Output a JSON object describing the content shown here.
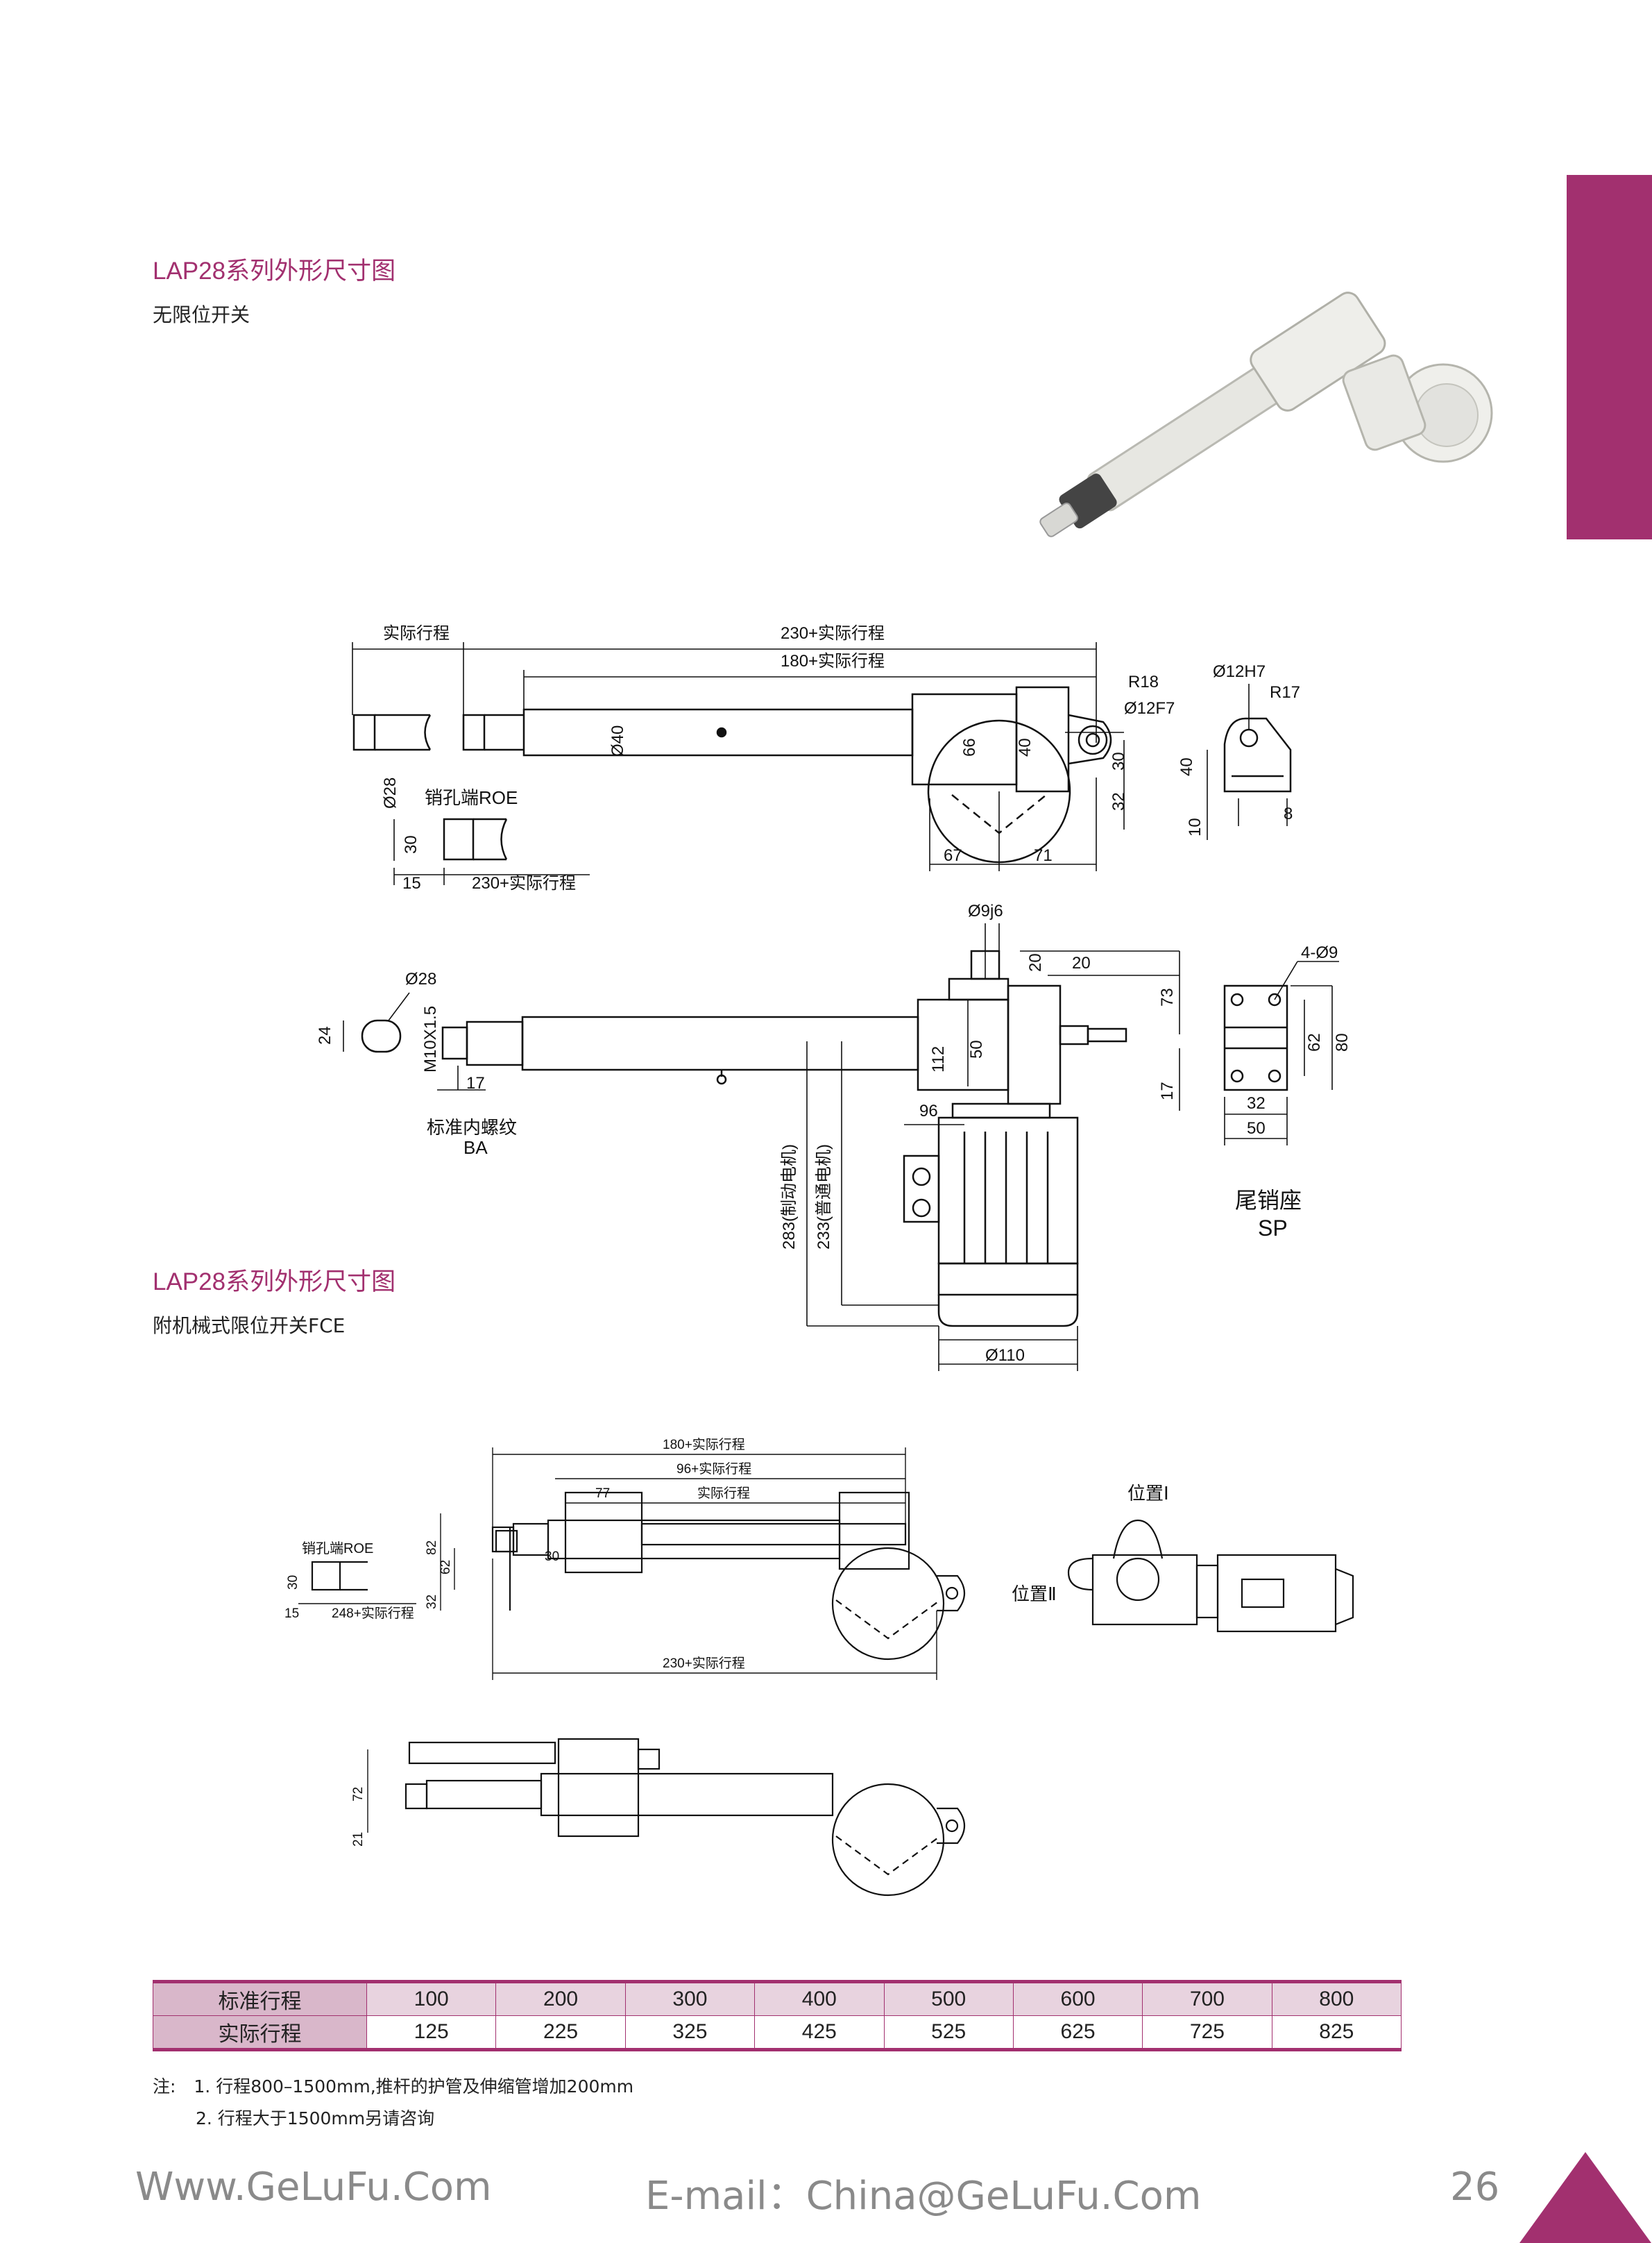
{
  "section1": {
    "title": "LAP28系列外形尺寸图",
    "subtitle": "无限位开关"
  },
  "section2": {
    "title": "LAP28系列外形尺寸图",
    "subtitle": "附机械式限位开关FCE"
  },
  "drawing1": {
    "stroke_dim": "实际行程",
    "dim_230": "230+实际行程",
    "dim_180": "180+实际行程",
    "r18": "R18",
    "d12f7": "Ø12F7",
    "d12h7": "Ø12H7",
    "r17": "R17",
    "d40": "Ø40",
    "d28": "Ø28",
    "v66": "66",
    "v40": "40",
    "v30": "30",
    "v32": "32",
    "v67": "67",
    "v71": "71",
    "bracket_40": "40",
    "bracket_10": "10",
    "bracket_8": "8",
    "roe": "销孔端ROE",
    "roe_30": "30",
    "roe_15": "15",
    "roe_230": "230+实际行程"
  },
  "drawing2": {
    "d9j6": "Ø9j6",
    "v20a": "20",
    "v20b": "20",
    "v73": "73",
    "v17a": "17",
    "d28": "Ø28",
    "v24": "24",
    "m10": "M10X1.5",
    "v17b": "17",
    "v112": "112",
    "v50": "50",
    "v96": "96",
    "v283": "283(制动电机)",
    "v233": "233(普通电机)",
    "d110": "Ø110",
    "ba_line1": "标准内螺纹",
    "ba_line2": "BA",
    "sp_holes": "4-Ø9",
    "sp_62": "62",
    "sp_80": "80",
    "sp_32": "32",
    "sp_50": "50",
    "sp_line1": "尾销座",
    "sp_line2": "SP"
  },
  "drawing3": {
    "dim_180": "180+实际行程",
    "dim_96": "96+实际行程",
    "dim_77": "77",
    "dim_stroke": "实际行程",
    "dim_82": "82",
    "dim_62": "62",
    "dim_30a": "30",
    "dim_32": "32",
    "dim_230": "230+实际行程",
    "roe": "销孔端ROE",
    "roe_30": "30",
    "roe_15": "15",
    "roe_248": "248+实际行程",
    "pos1": "位置Ⅰ",
    "pos2": "位置Ⅱ",
    "dim_72": "72",
    "dim_21": "21"
  },
  "stroke_table": {
    "row1_head": "标准行程",
    "row1": [
      "100",
      "200",
      "300",
      "400",
      "500",
      "600",
      "700",
      "800"
    ],
    "row2_head": "实际行程",
    "row2": [
      "125",
      "225",
      "325",
      "425",
      "525",
      "625",
      "725",
      "825"
    ]
  },
  "notes": {
    "prefix": "注:",
    "note1": "1. 行程800–1500mm,推杆的护管及伸缩管增加200mm",
    "note2": "2. 行程大于1500mm另请咨询"
  },
  "footer": {
    "website": "Www.GeLuFu.Com",
    "email": "E-mail：China@GeLuFu.Com",
    "page": "26"
  },
  "colors": {
    "accent": "#a2306f",
    "table_head": "#d9b7ca"
  }
}
